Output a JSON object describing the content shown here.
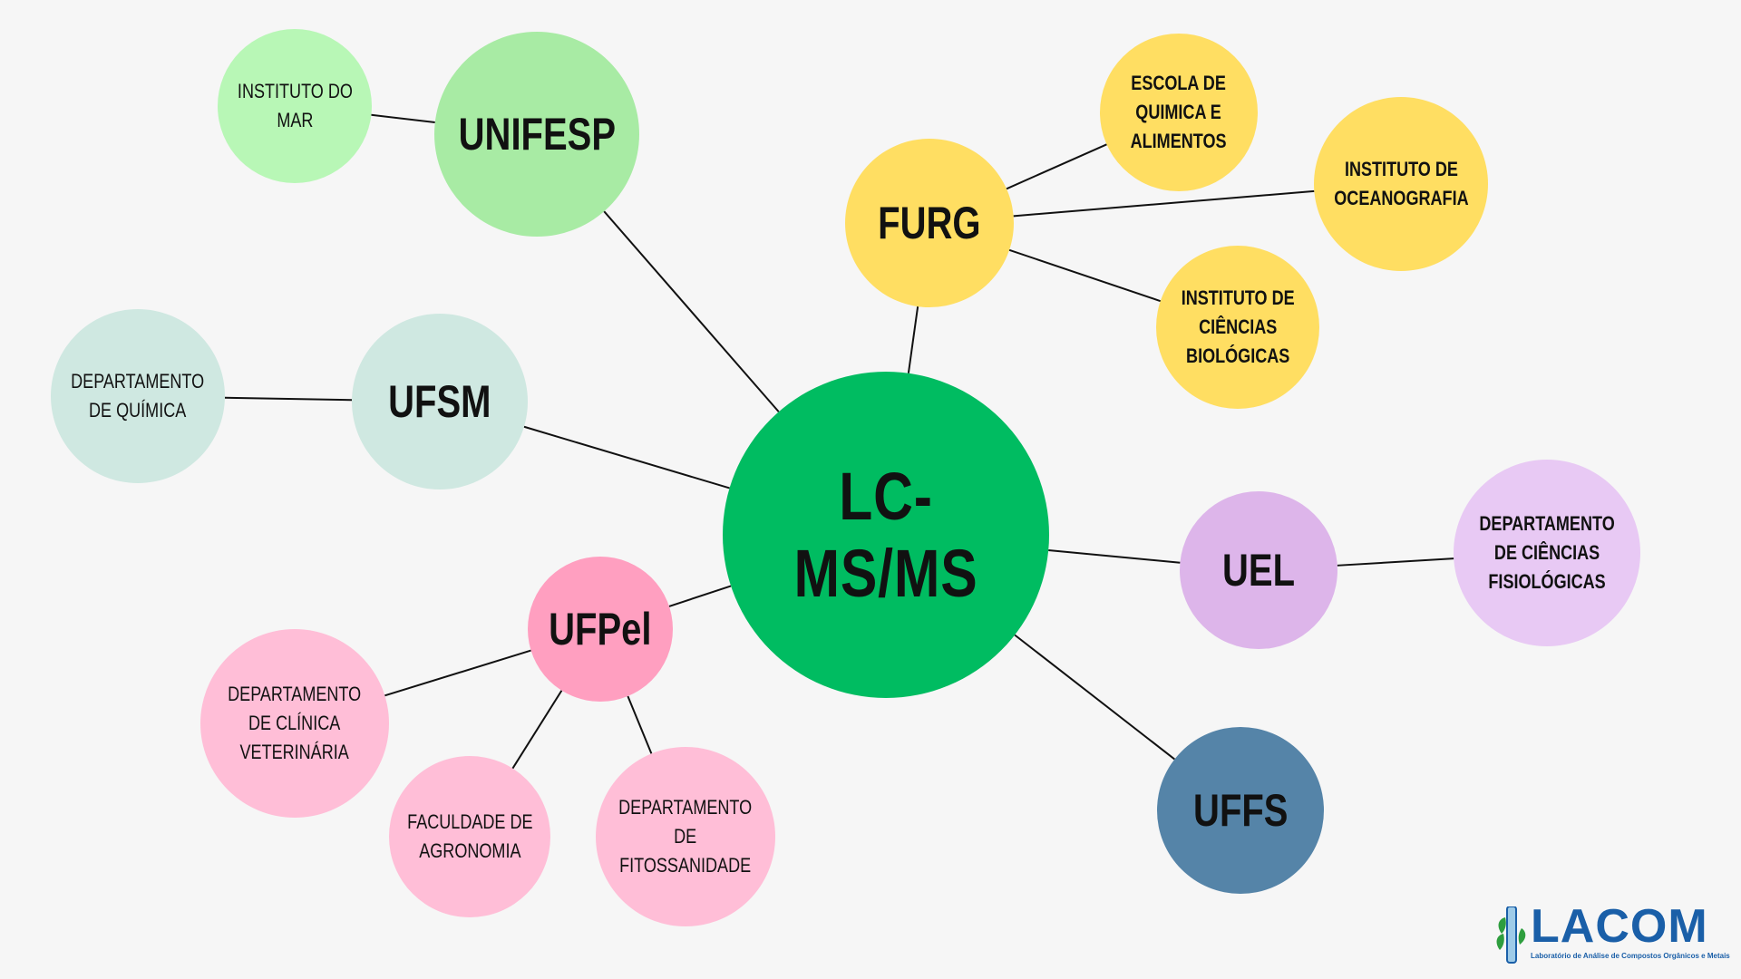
{
  "center": {
    "id": "lcms",
    "label": "LC-MS/MS",
    "color": "#00bc61"
  },
  "institutions": [
    {
      "id": "unifesp",
      "label": "UNIFESP",
      "color": "#a8eba4",
      "children": [
        {
          "id": "instituto-do-mar",
          "label": "INSTITUTO DO\nMAR",
          "color": "#b8f7b6"
        }
      ]
    },
    {
      "id": "furg",
      "label": "FURG",
      "color": "#ffde62",
      "children": [
        {
          "id": "escola-quimica-alimentos",
          "label": "ESCOLA DE\nQUIMICA E\nALIMENTOS",
          "color": "#ffde62"
        },
        {
          "id": "instituto-oceanografia",
          "label": "INSTITUTO DE\nOCEANOGRAFIA",
          "color": "#ffde62"
        },
        {
          "id": "instituto-ciencias-biologicas",
          "label": "INSTITUTO DE\nCIÊNCIAS\nBIOLÓGICAS",
          "color": "#ffde62"
        }
      ]
    },
    {
      "id": "ufsm",
      "label": "UFSM",
      "color": "#cfe8e1",
      "children": [
        {
          "id": "departamento-quimica",
          "label": "DEPARTAMENTO\nDE QUÍMICA",
          "color": "#cfe8e1"
        }
      ]
    },
    {
      "id": "uel",
      "label": "UEL",
      "color": "#ddb5ea",
      "children": [
        {
          "id": "departamento-ciencias-fisiologicas",
          "label": "DEPARTAMENTO\nDE CIÊNCIAS\nFISIOLÓGICAS",
          "color": "#e8c9f4"
        }
      ]
    },
    {
      "id": "ufpel",
      "label": "UFPel",
      "color": "#ff9fc0",
      "children": [
        {
          "id": "departamento-clinica-veterinaria",
          "label": "DEPARTAMENTO\nDE CLÍNICA\nVETERINÁRIA",
          "color": "#ffbed7"
        },
        {
          "id": "faculdade-agronomia",
          "label": "FACULDADE DE\nAGRONOMIA",
          "color": "#ffbed7"
        },
        {
          "id": "departamento-fitossanidade",
          "label": "DEPARTAMENTO\nDE\nFITOSSANIDADE",
          "color": "#ffbed7"
        }
      ]
    },
    {
      "id": "uffs",
      "label": "UFFS",
      "color": "#5584a8",
      "children": []
    }
  ],
  "logo": {
    "name": "LACOM",
    "subtitle": "Laboratório de Análise de Compostos Orgânicos e Metais",
    "color": "#1a5fa8"
  }
}
